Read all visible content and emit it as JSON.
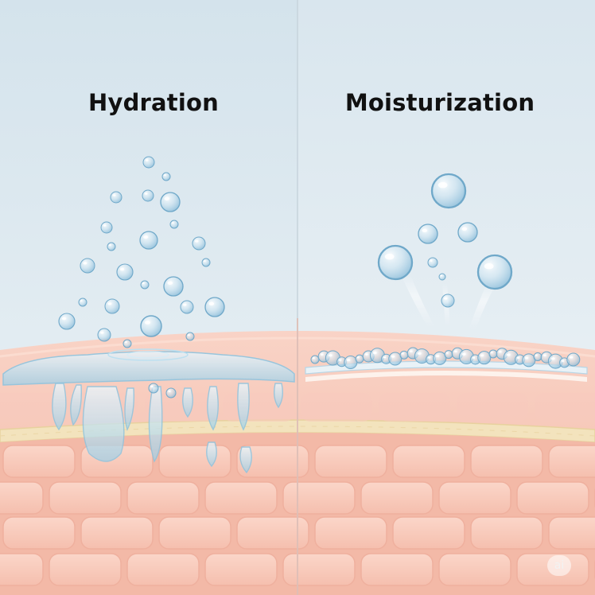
{
  "panels": {
    "left": {
      "title": "Hydration"
    },
    "right": {
      "title": "Moisturization"
    }
  },
  "watermark": {
    "text": "ai"
  },
  "colors": {
    "sky_top": "#d6e5ee",
    "sky_bottom": "#eef4f7",
    "skin_surface": "#f7c6b6",
    "skin_cells": "#f9cbbd",
    "cell_border": "#f0b5a4",
    "fat_layer": "#f4e6c4",
    "water": "#9fd0e8"
  },
  "icons": [
    "water-droplet",
    "bubble",
    "skin-cell"
  ]
}
